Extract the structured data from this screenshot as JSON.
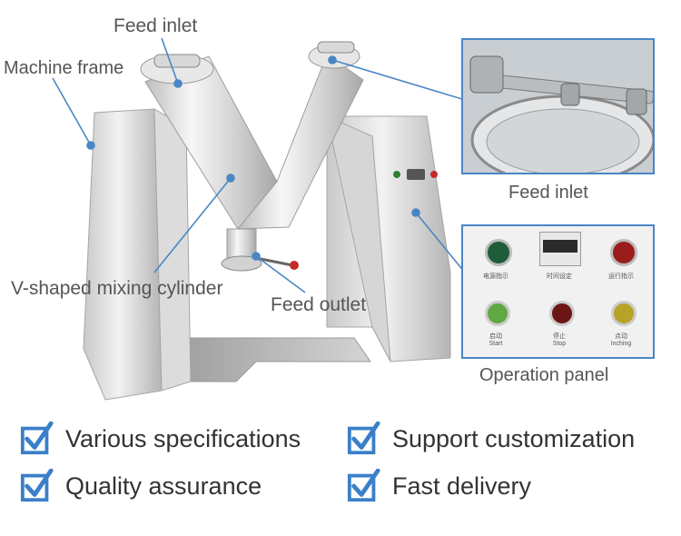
{
  "callouts": {
    "feed_inlet_top": "Feed inlet",
    "machine_frame": "Machine frame",
    "v_cylinder": "V-shaped mixing cylinder",
    "feed_outlet": "Feed outlet",
    "feed_inlet_caption": "Feed inlet",
    "operation_panel_caption": "Operation panel"
  },
  "panel": {
    "power_label": "电源指示",
    "time_label": "时间设定",
    "running_label": "运行指示",
    "start_label": "启动",
    "start_en": "Start",
    "stop_label": "停止",
    "stop_en": "Stop",
    "inching_label": "点动",
    "inching_en": "Inching"
  },
  "features": [
    {
      "label": "Various specifications"
    },
    {
      "label": "Support customization"
    },
    {
      "label": "Quality assurance"
    },
    {
      "label": "Fast delivery"
    }
  ],
  "colors": {
    "accent": "#4a86c5",
    "check": "#3a7fc9",
    "text": "#333333"
  },
  "icons": {
    "feature_check": "checkbox-check-icon"
  }
}
